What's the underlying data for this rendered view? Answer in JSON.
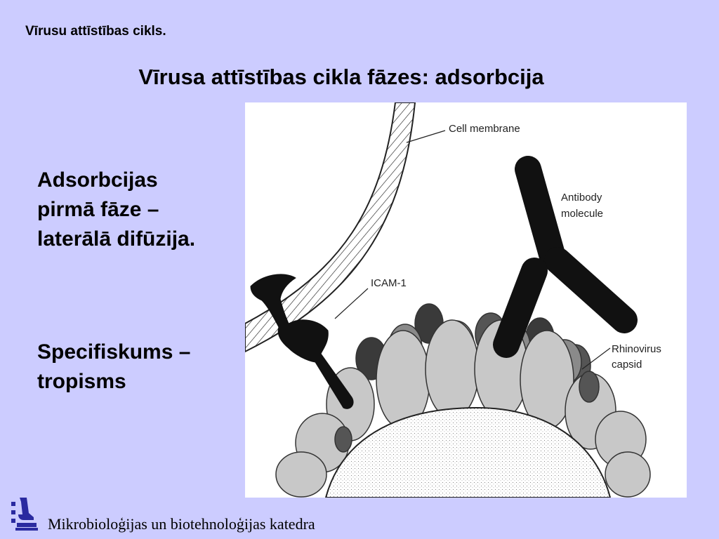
{
  "slide": {
    "small_title": "Vīrusu attīstības cikls.",
    "main_title": "Vīrusa attīstības cikla fāzes: adsorbcija",
    "bullets": [
      "Adsorbcijas pirmā fāze – laterālā difūzija.",
      "Specifiskums – tropisms"
    ],
    "footer": "Mikrobioloģijas un biotehnoloģijas katedra"
  },
  "figure": {
    "labels": {
      "cell_membrane": "Cell membrane",
      "antibody_line1": "Antibody",
      "antibody_line2": "molecule",
      "icam": "ICAM-1",
      "rhinovirus_line1": "Rhinovirus",
      "rhinovirus_line2": "capsid"
    }
  },
  "colors": {
    "background": "#ccccff",
    "figure_background": "#ffffff",
    "dark_shape": "#111111",
    "capsid_light": "#c8c8c8",
    "capsid_mid": "#8a8a8a",
    "capsid_dark": "#3a3a3a"
  },
  "icons": {
    "logo": "microscope-icon"
  }
}
